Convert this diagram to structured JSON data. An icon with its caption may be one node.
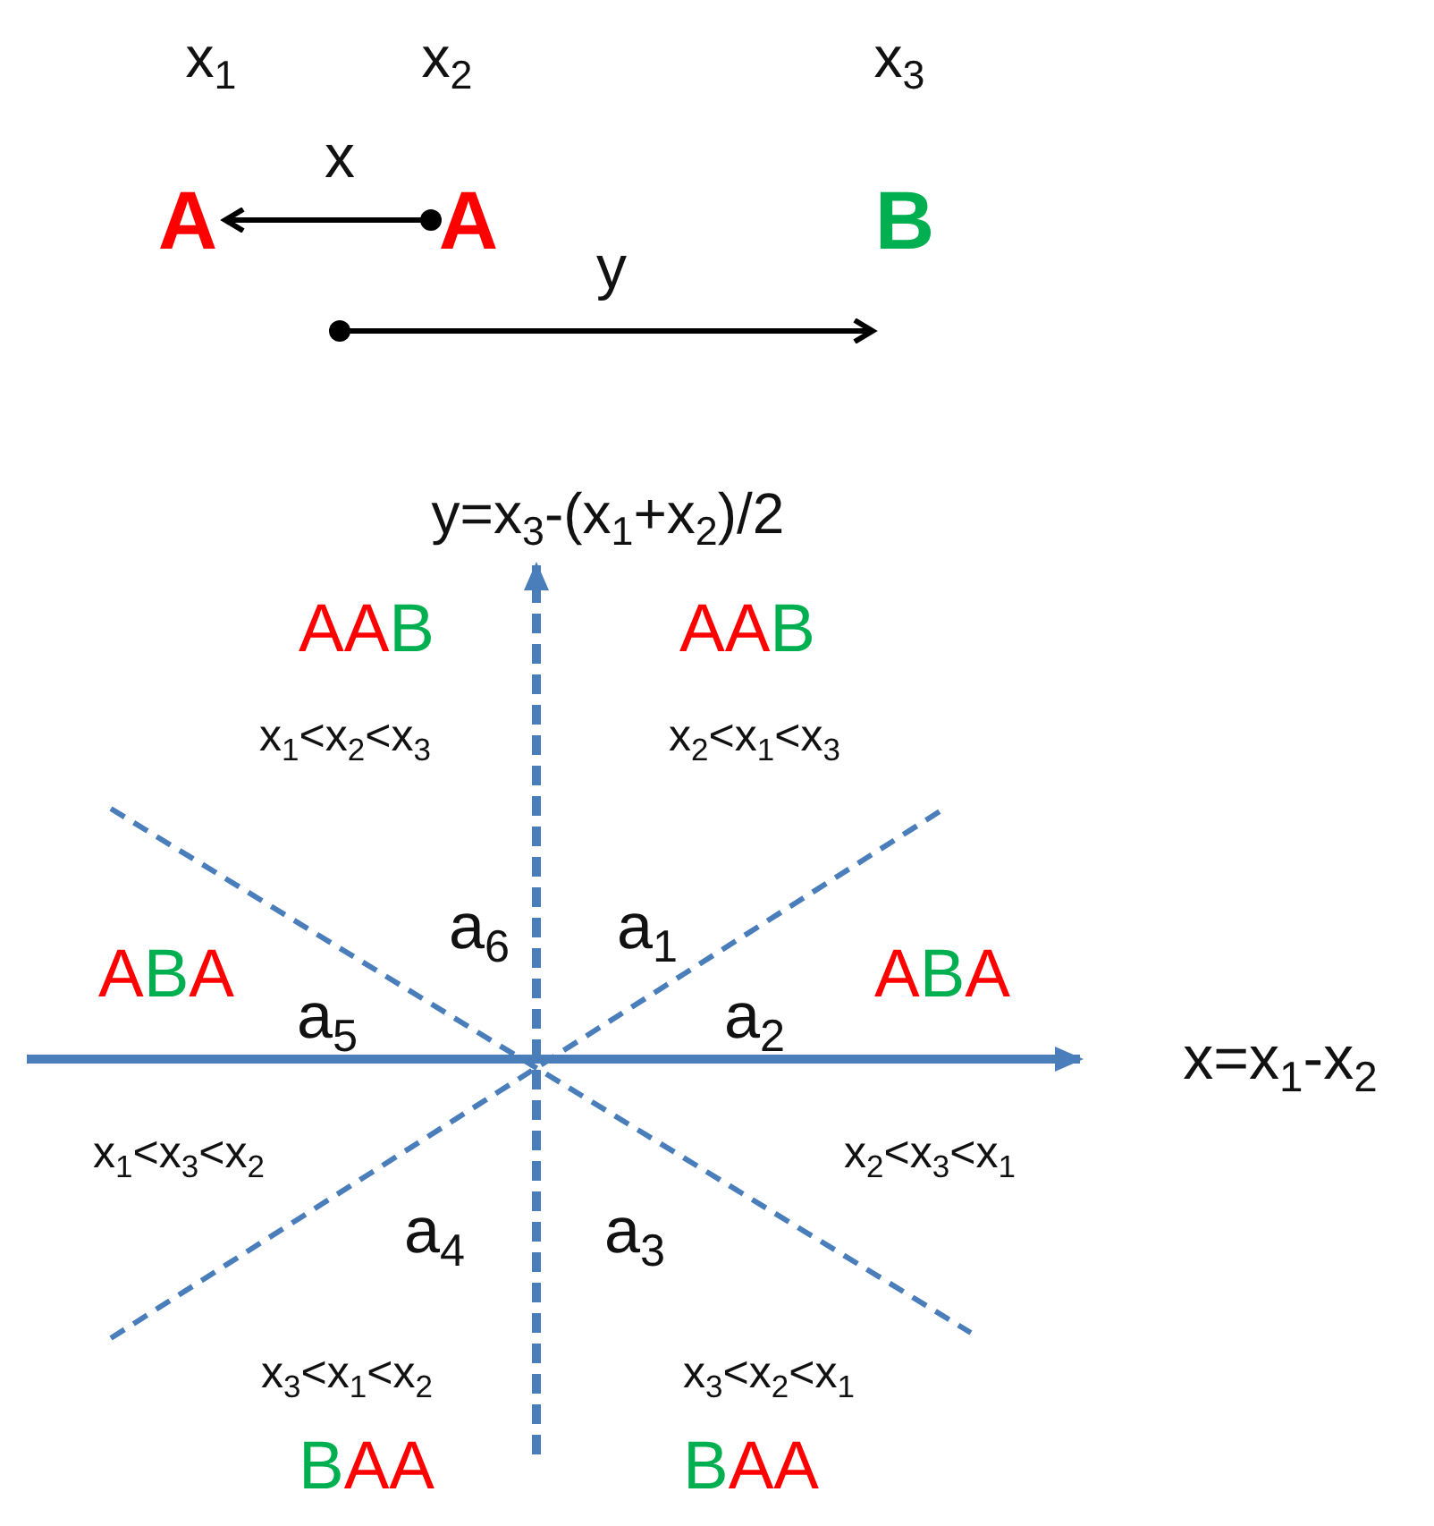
{
  "diagram": {
    "nodes": [
      {
        "text": [
          "A"
        ],
        "beside": [
          "x$_{1}$"
        ]
      },
      {
        "text": [
          "A"
        ],
        "beside": [
          "x$_{2}$"
        ]
      },
      {
        "text": [
          "B"
        ],
        "beside": [
          "x$_{3}$"
        ]
      }
    ],
    "edges": [
      {
        "from": 1,
        "to": 0,
        "arrow": "to",
        "label": "x"
      },
      {
        "from": null,
        "to": 2,
        "arrow": "to",
        "label": "y"
      }
    ],
    "labels": [
      "y=x$_{3}$-(x$_{1}$+x$_{2}$)/2",
      "AAB",
      "AAB",
      "x$_{1}$<x$_{2}$<x$_{3}$",
      "x$_{2}$<x$_{1}$<x$_{3}$",
      "a$_{6}$",
      "a$_{1}$",
      "ABA",
      "a$_{5}$",
      "a$_{2}$",
      "ABA",
      "x=x$_{1}$-x$_{2}$",
      "x$_{1}$<x$_{3}$<x$_{2}$",
      "x$_{2}$<x$_{3}$<x$_{1}$",
      "a$_{4}$",
      "a$_{3}$",
      "x$_{3}$<x$_{1}$<x$_{2}$",
      "x$_{3}$<x$_{2}$<x$_{1}$",
      "BAA",
      "BAA"
    ]
  }
}
